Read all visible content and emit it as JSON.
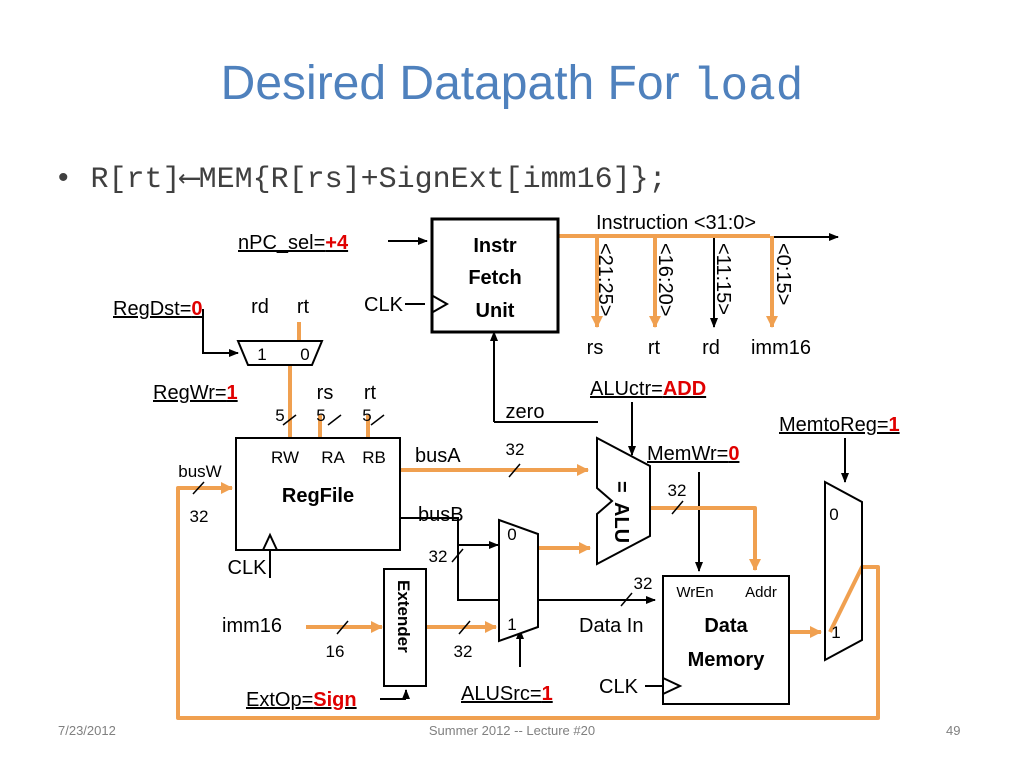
{
  "slide": {
    "title_text": "Desired Datapath For ",
    "title_code": "load",
    "bullet": "R[rt]⟵MEM{R[rs]+SignExt[imm16]};",
    "bullet_marker": "•"
  },
  "footer": {
    "date": "7/23/2012",
    "center": "Summer 2012 -- Lecture #20",
    "page": "49"
  },
  "colors": {
    "title": "#4f81bd",
    "active_path": "#f0a050",
    "control_value": "#e00000"
  },
  "diagram": {
    "npc_sel": {
      "label": "nPC_sel=",
      "value": "+4"
    },
    "instr_unit": {
      "line1": "Instr",
      "line2": "Fetch",
      "line3": "Unit"
    },
    "instruction": "Instruction <31:0>",
    "fields": [
      "<21:25>",
      "<16:20>",
      "<11:15>",
      "<0:15>"
    ],
    "field_names": [
      "rs",
      "rt",
      "rd",
      "imm16"
    ],
    "clk": "CLK",
    "regdst": {
      "label": "RegDst=",
      "value": "0"
    },
    "regdst_inputs": [
      "rd",
      "rt"
    ],
    "regdst_mux": [
      "1",
      "0"
    ],
    "regwr": {
      "label": "RegWr=",
      "value": "1"
    },
    "reg_inputs": [
      "rs",
      "rt"
    ],
    "five": "5",
    "regfile": {
      "title": "RegFile",
      "ports": [
        "RW",
        "RA",
        "RB"
      ]
    },
    "busw": "busW",
    "busa": "busA",
    "busb": "busB",
    "w32": "32",
    "zero": "zero",
    "aluctr": {
      "label": "ALUctr=",
      "value": "ADD"
    },
    "alu": "ALU",
    "alu_eq": "=",
    "alusrc": {
      "label": "ALUSrc=",
      "value": "1"
    },
    "alusrc_mux": [
      "0",
      "1"
    ],
    "extender": "Extender",
    "imm16": "imm16",
    "sixteen": "16",
    "extop": {
      "label": "ExtOp=",
      "value": "Sign"
    },
    "memwr": {
      "label": "MemWr=",
      "value": "0"
    },
    "memtoreg": {
      "label": "MemtoReg=",
      "value": "1"
    },
    "memtoreg_mux": [
      "0",
      "1"
    ],
    "data_in": "Data In",
    "data_memory": {
      "line1": "Data",
      "line2": "Memory",
      "wren": "WrEn",
      "addr": "Addr"
    }
  }
}
